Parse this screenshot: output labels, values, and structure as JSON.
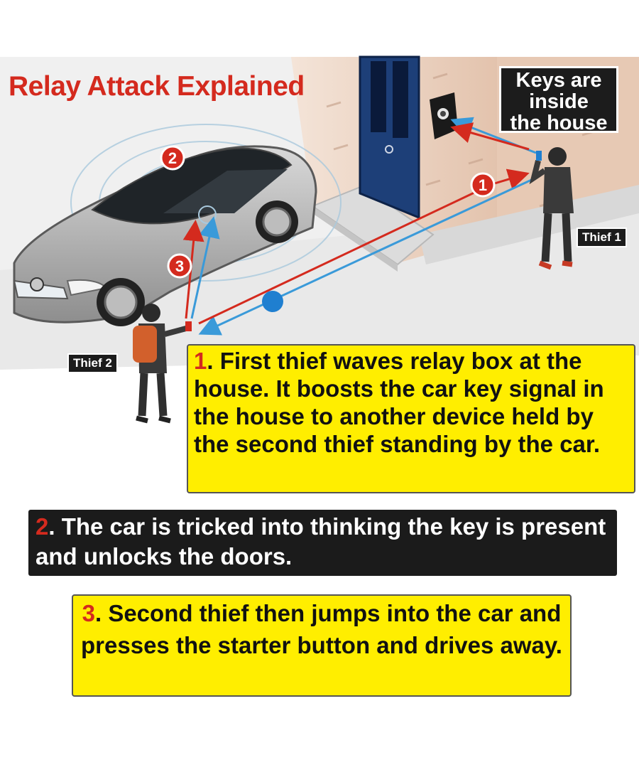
{
  "title": "Relay Attack Explained",
  "keys_label": [
    "Keys are",
    "inside",
    "the house"
  ],
  "thief_1_label": "Thief 1",
  "thief_2_label": "Thief 2",
  "markers": [
    "1",
    "2",
    "3"
  ],
  "steps": [
    {
      "number": "1",
      "text": ". First thief waves relay box at the house. It boosts the car key signal in the house to another device held by the second thief standing by the car."
    },
    {
      "number": "2",
      "text": ". The car is tricked into thinking the key is present and unlocks the doors."
    },
    {
      "number": "3",
      "text": ". Second thief then jumps into the car and presses the starter button and drives away."
    }
  ],
  "colors": {
    "title_red": "#d42a1e",
    "caption_yellow": "#ffee00",
    "caption_dark": "#1b1b1b",
    "signal_blue": "#3a9ad9",
    "signal_red": "#d42a1e",
    "door_blue": "#1d3f78",
    "wall_pink": "#e8cbb8"
  },
  "icons": [
    "car-illustration",
    "house-door-illustration",
    "key-fob-icon",
    "relay-device-icon",
    "thief-figure-icon",
    "signal-wave-icon"
  ]
}
